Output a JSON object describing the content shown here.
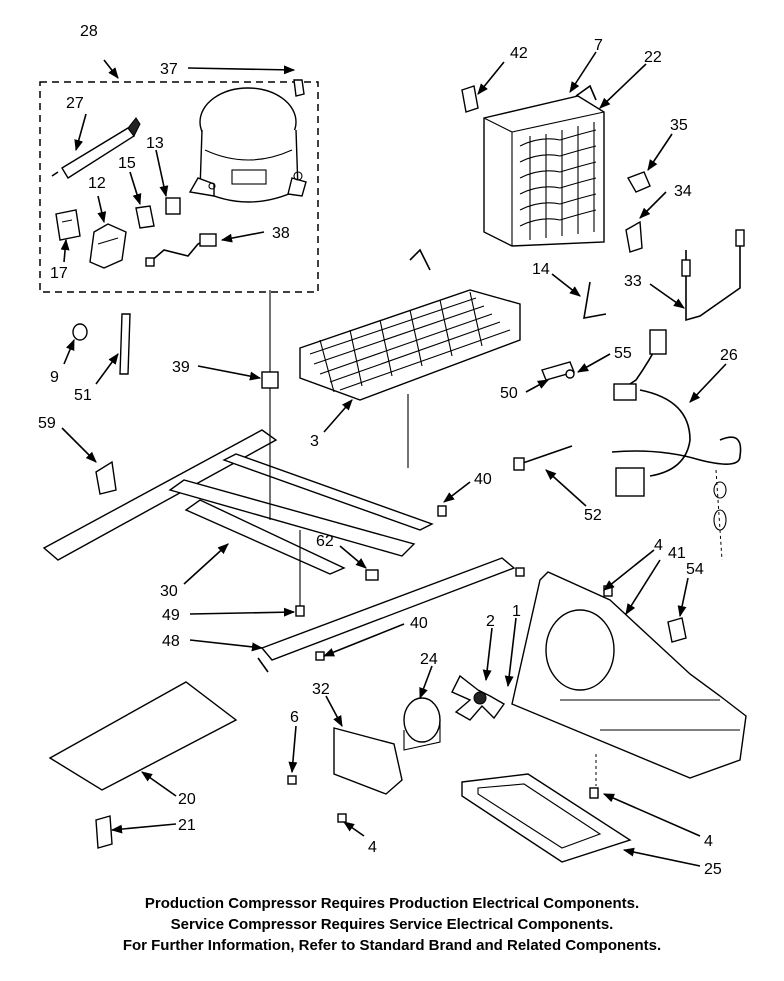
{
  "labels": {
    "l28": "28",
    "l37": "37",
    "l27": "27",
    "l13": "13",
    "l15": "15",
    "l12": "12",
    "l17": "17",
    "l38": "38",
    "l42": "42",
    "l7": "7",
    "l22": "22",
    "l35": "35",
    "l34": "34",
    "l14": "14",
    "l33": "33",
    "l55": "55",
    "l50": "50",
    "l26": "26",
    "l9": "9",
    "l51": "51",
    "l39": "39",
    "l3": "3",
    "l59": "59",
    "l40a": "40",
    "l52": "52",
    "l62": "62",
    "l30": "30",
    "l49": "49",
    "l48": "48",
    "l40b": "40",
    "l4a": "4",
    "l41": "41",
    "l54": "54",
    "l1": "1",
    "l2": "2",
    "l24": "24",
    "l32": "32",
    "l6": "6",
    "l20": "20",
    "l21": "21",
    "l4b": "4",
    "l4c": "4",
    "l25": "25"
  },
  "notes": [
    "Production Compressor Requires Production Electrical Components.",
    "Service Compressor Requires Service Electrical Components.",
    "For Further Information, Refer to Standard Brand and Related Components."
  ]
}
